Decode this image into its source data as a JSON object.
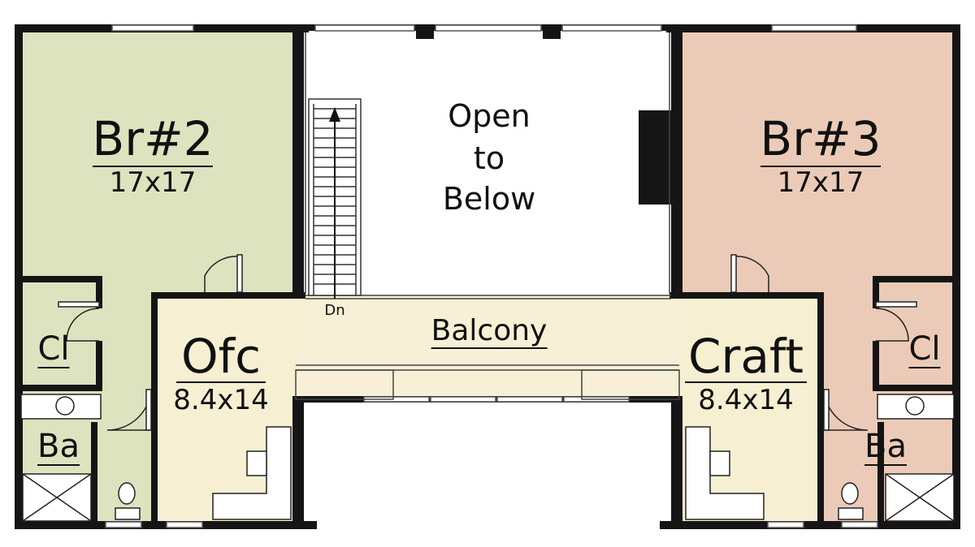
{
  "rooms": {
    "br2": {
      "name": "Br#2",
      "size": "17x17"
    },
    "br3": {
      "name": "Br#3",
      "size": "17x17"
    },
    "ofc": {
      "name": "Ofc",
      "size": "8.4x14"
    },
    "craft": {
      "name": "Craft",
      "size": "8.4x14"
    },
    "balcony": {
      "name": "Balcony"
    },
    "cl_left": {
      "name": "Cl"
    },
    "cl_right": {
      "name": "Cl"
    },
    "ba_left": {
      "name": "Ba"
    },
    "ba_right": {
      "name": "Ba"
    },
    "open": {
      "line1": "Open",
      "line2": "to",
      "line3": "Below"
    }
  },
  "stair": {
    "label": "Dn"
  },
  "colors": {
    "bedroom2": "#dde3bf",
    "bedroom3": "#ebcbb7",
    "balcony": "#f7f0d6",
    "office": "#f7efd2",
    "wall": "#151515",
    "window": "#cfcfcf"
  }
}
